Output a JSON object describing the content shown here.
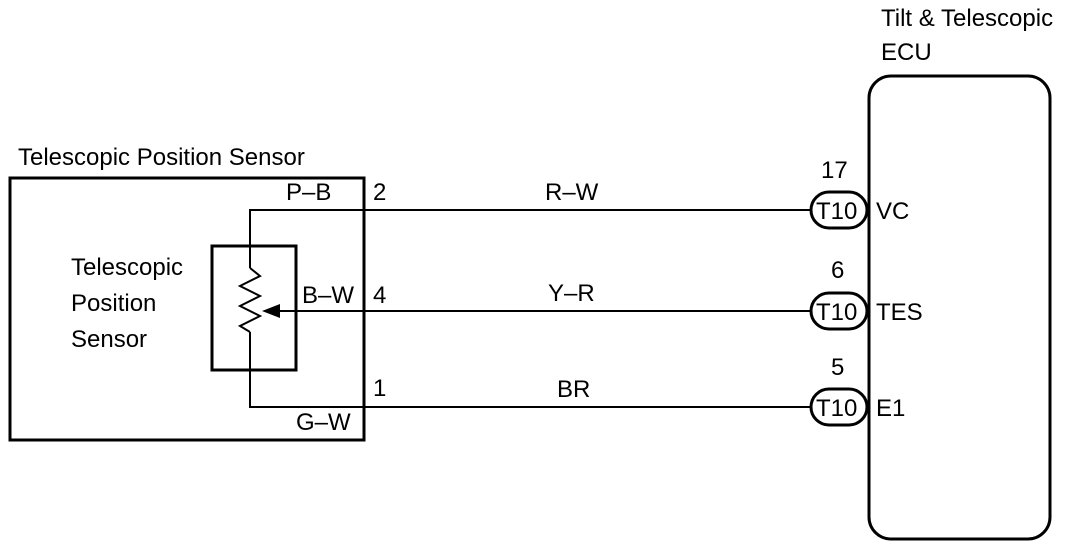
{
  "ecu": {
    "title_line1": "Tilt & Telescopic",
    "title_line2": "ECU"
  },
  "sensor": {
    "outer_title": "Telescopic Position Sensor",
    "inner_line1": "Telescopic",
    "inner_line2": "Position",
    "inner_line3": "Sensor"
  },
  "circuits": [
    {
      "sensor_wire": "P–B",
      "sensor_pin": "2",
      "harness_color": "R–W",
      "ecu_pin": "17",
      "connector": "T10",
      "ecu_terminal": "VC"
    },
    {
      "sensor_wire": "B–W",
      "sensor_pin": "4",
      "harness_color": "Y–R",
      "ecu_pin": "6",
      "connector": "T10",
      "ecu_terminal": "TES"
    },
    {
      "sensor_wire": "G–W",
      "sensor_pin": "1",
      "harness_color": "BR",
      "ecu_pin": "5",
      "connector": "T10",
      "ecu_terminal": "E1"
    }
  ]
}
